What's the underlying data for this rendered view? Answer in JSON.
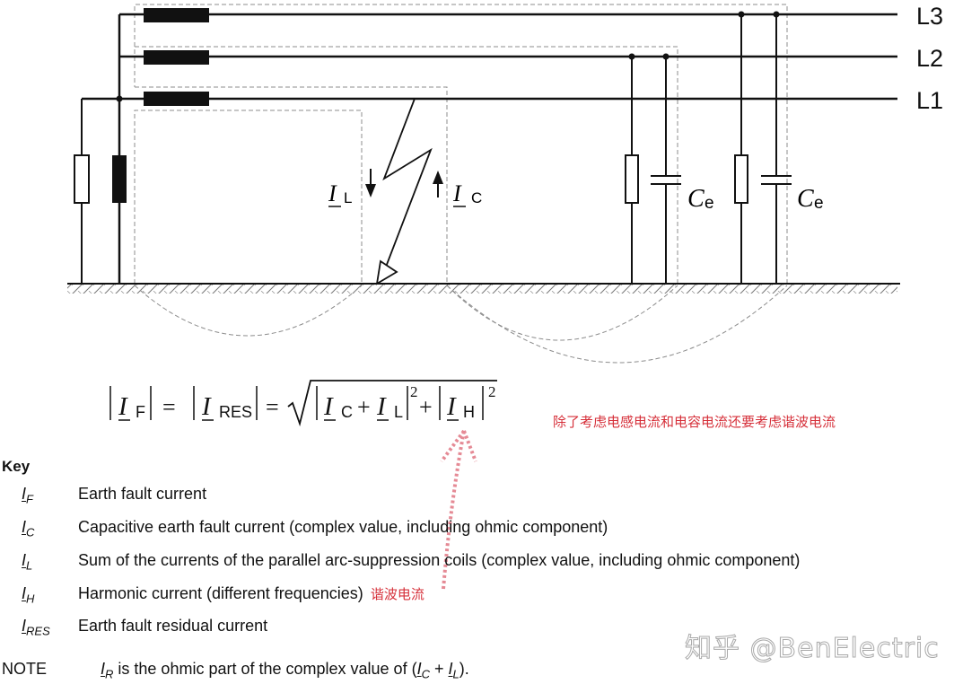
{
  "diagram": {
    "phase_labels": [
      "L3",
      "L2",
      "L1"
    ],
    "current_labels": {
      "il": {
        "symbol": "I",
        "sub": "L"
      },
      "ic": {
        "symbol": "I",
        "sub": "C"
      }
    },
    "ce_labels": [
      {
        "symbol": "C",
        "sub": "e"
      },
      {
        "symbol": "C",
        "sub": "e"
      }
    ],
    "colors": {
      "line": "#111111",
      "dashed": "#8c8c8c",
      "annotation": "#d6303a"
    }
  },
  "formula": {
    "lhs": {
      "symbol": "I",
      "sub": "F"
    },
    "mid": {
      "symbol": "I",
      "sub": "RES"
    },
    "term1a": {
      "symbol": "I",
      "sub": "C"
    },
    "term1b": {
      "symbol": "I",
      "sub": "L"
    },
    "term2": {
      "symbol": "I",
      "sub": "H"
    },
    "exponent": "2",
    "text": "|I_F| = |I_RES| = √(|I_C + I_L|² + |I_H|²)"
  },
  "annotations": {
    "formula_note": "除了考虑电感电流和电容电流还要考虑谐波电流",
    "harmonic_note": "谐波电流"
  },
  "key": {
    "title": "Key",
    "items": [
      {
        "symbol": "I",
        "sub": "F",
        "desc": "Earth fault current"
      },
      {
        "symbol": "I",
        "sub": "C",
        "desc": "Capacitive earth fault current (complex value, including ohmic component)"
      },
      {
        "symbol": "I",
        "sub": "L",
        "desc": "Sum of the currents of the parallel arc-suppression coils (complex value, including ohmic component)"
      },
      {
        "symbol": "I",
        "sub": "H",
        "desc": "Harmonic current (different frequencies)"
      },
      {
        "symbol": "I",
        "sub": "RES",
        "desc": "Earth fault residual current"
      }
    ]
  },
  "note": {
    "label": "NOTE",
    "symbol": "I",
    "sub": "R",
    "text_before": " is the ohmic part of the complex value of (",
    "c_symbol": "I",
    "c_sub": "C",
    "plus": " + ",
    "l_symbol": "I",
    "l_sub": "L",
    "text_after": ")."
  },
  "watermark": "知乎 @BenElectric"
}
